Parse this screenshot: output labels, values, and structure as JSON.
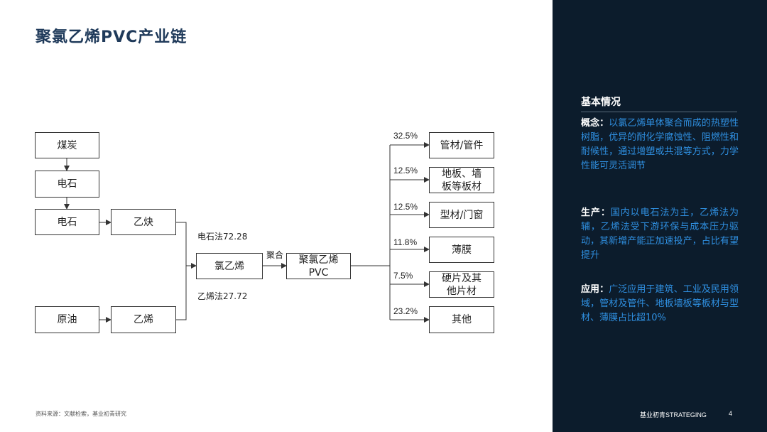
{
  "header": {
    "title": "聚氯乙烯PVC产业链"
  },
  "diagram": {
    "nodes": {
      "coal": "煤炭",
      "carbide1": "电石",
      "carbide2": "电石",
      "acetylene": "乙炔",
      "crude": "原油",
      "ethylene": "乙烯",
      "vcm": "氯乙烯",
      "pvc": "聚氯乙烯\nPVC",
      "pipes": "管材/管件",
      "floor": "地板、墙\n板等板材",
      "profiles": "型材/门窗",
      "film": "薄膜",
      "sheet": "硬片及其\n他片材",
      "other": "其他"
    },
    "labels": {
      "carbide_method": "电石法72.28",
      "ethylene_method": "乙烯法27.72",
      "polymerize": "聚合"
    },
    "shares": [
      "32.5%",
      "12.5%",
      "12.5%",
      "11.8%",
      "7.5%",
      "23.2%"
    ]
  },
  "footer": {
    "source": "资料来源：文献检索，基业初青研究",
    "brand": "基业初青STRATEGING",
    "page": "4"
  },
  "panel": {
    "title": "基本情况",
    "concept_term": "概念：",
    "concept_text": "以氯乙烯单体聚合而成的热塑性树脂，优异的耐化学腐蚀性、阻燃性和耐候性，通过增塑或共混等方式，力学性能可灵活调节",
    "production_term": "生产：",
    "production_text": "国内以电石法为主，乙烯法为辅，乙烯法受下游环保与成本压力驱动，其新增产能正加速投产，占比有望提升",
    "application_term": "应用：",
    "application_text": "广泛应用于建筑、工业及民用领域，管材及管件、地板墙板等板材与型材、薄膜占比超10%"
  },
  "colors": {
    "panel_bg": "#0c1c2c",
    "accent_blue": "#2f8fe0",
    "title": "#1f3a5a"
  }
}
